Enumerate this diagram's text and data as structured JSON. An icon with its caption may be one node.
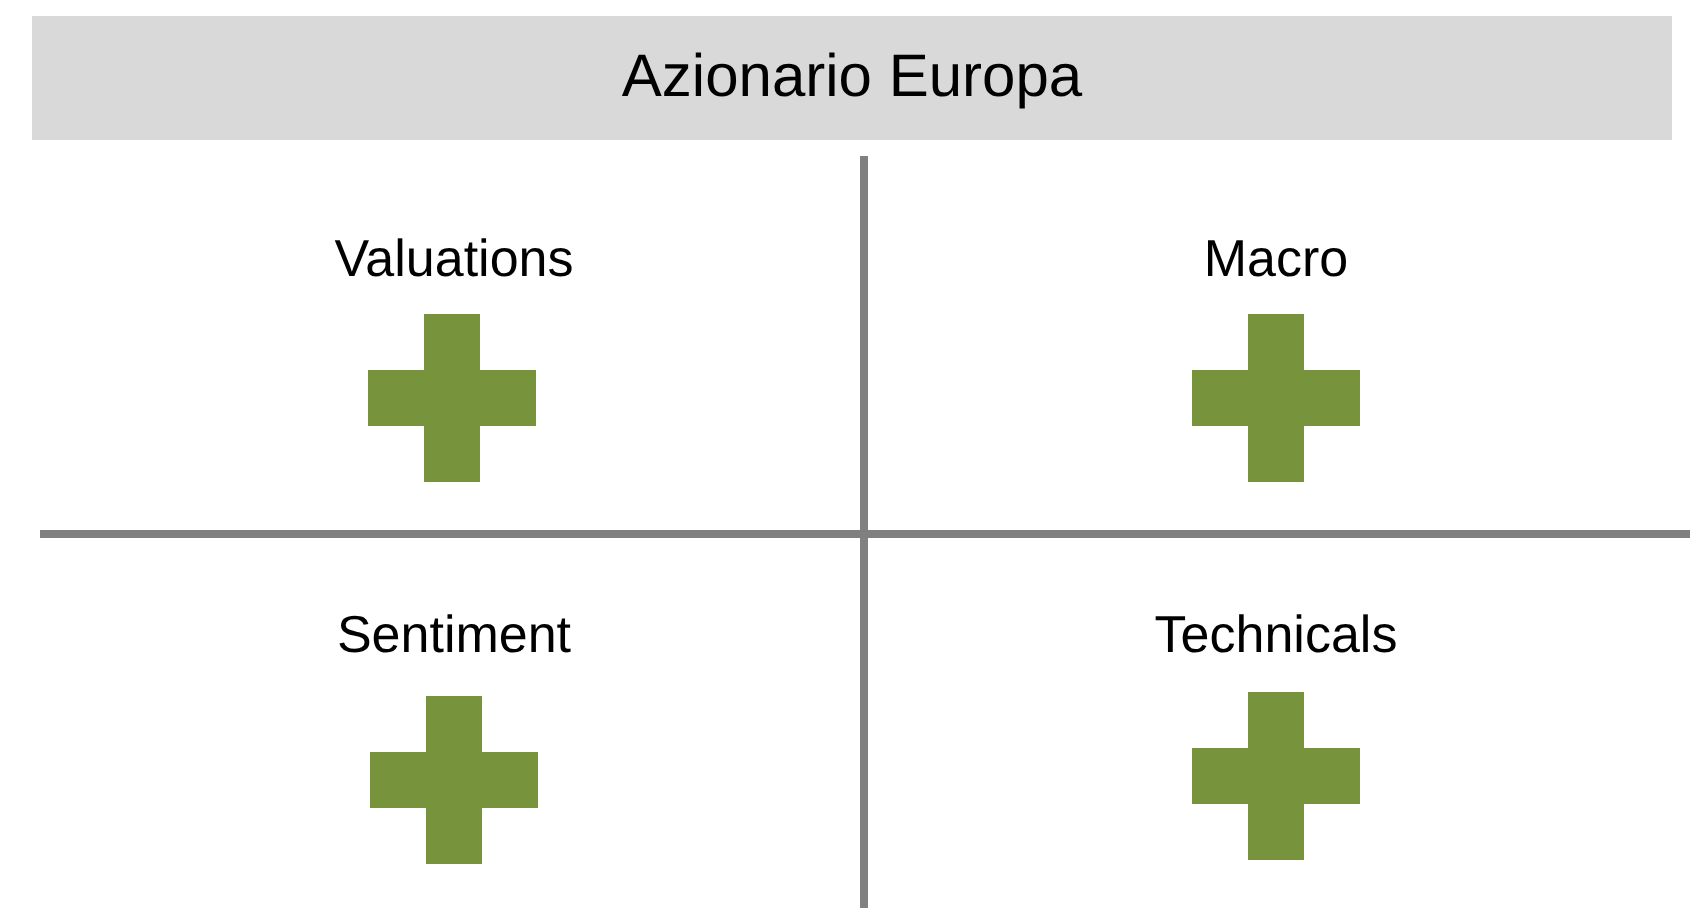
{
  "diagram": {
    "title": "Azionario Europa",
    "nodes": [
      {
        "text": [
          "Valuations"
        ]
      },
      {
        "text": [
          "Macro"
        ]
      },
      {
        "text": [
          "Sentiment"
        ]
      },
      {
        "text": [
          "Technicals"
        ]
      }
    ]
  }
}
